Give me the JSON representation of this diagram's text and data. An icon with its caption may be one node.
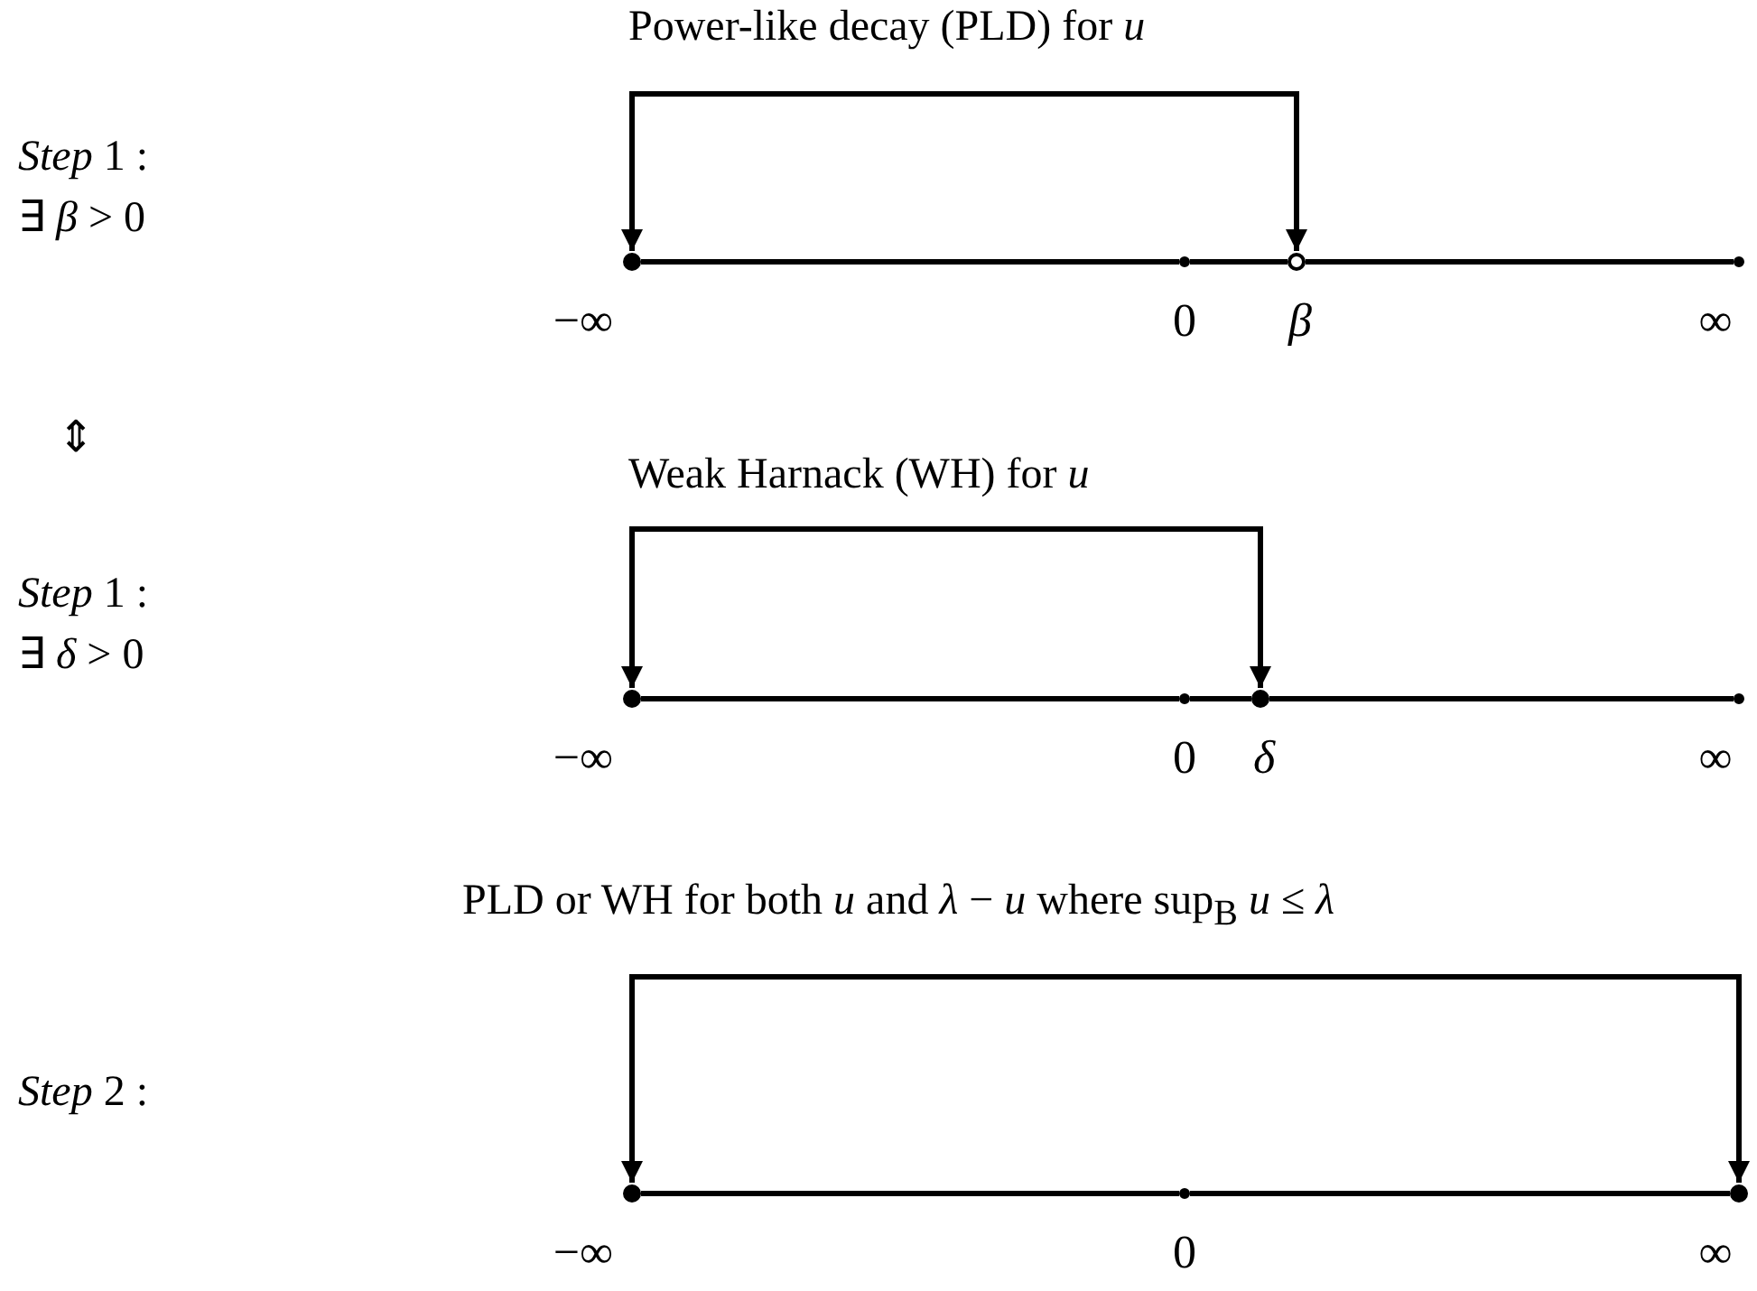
{
  "diagram": {
    "nodes": [
      {
        "text": [],
        "shape": "circle",
        "beside": [
          "−∞"
        ]
      },
      {
        "text": [],
        "shape": "circle",
        "beside": [
          "0"
        ]
      },
      {
        "text": [],
        "shape": "circle",
        "beside": [
          "β"
        ]
      },
      {
        "text": [],
        "shape": "circle",
        "beside": [
          "∞"
        ]
      },
      {
        "text": [],
        "shape": "circle",
        "beside": [
          "−∞"
        ]
      },
      {
        "text": [],
        "shape": "circle",
        "beside": [
          "0"
        ]
      },
      {
        "text": [],
        "shape": "circle",
        "beside": [
          "δ"
        ]
      },
      {
        "text": [],
        "shape": "circle",
        "beside": [
          "∞"
        ]
      },
      {
        "text": [],
        "shape": "circle",
        "beside": [
          "−∞"
        ]
      },
      {
        "text": [],
        "shape": "circle",
        "beside": [
          "0"
        ]
      },
      {
        "text": [],
        "shape": "circle",
        "beside": [
          "∞"
        ]
      }
    ],
    "edges": [
      {
        "from": 0,
        "to": 2,
        "arrow": "both",
        "label": "Power-like decay (PLD) for *u*"
      },
      {
        "from": 4,
        "to": 6,
        "arrow": "both",
        "label": "Weak Harnack (WH) for *u*"
      },
      {
        "from": 8,
        "to": 10,
        "arrow": "both",
        "label": "PLD or WH for both *u* and *λ* − *u* where sup$_{B}$ *u* ≤ *λ*"
      },
      {
        "from": 0,
        "to": 1,
        "arrow": "none"
      },
      {
        "from": 1,
        "to": 2,
        "arrow": "none"
      },
      {
        "from": 2,
        "to": 3,
        "arrow": "none"
      },
      {
        "from": 4,
        "to": 5,
        "arrow": "none"
      },
      {
        "from": 5,
        "to": 6,
        "arrow": "none"
      },
      {
        "from": 6,
        "to": 7,
        "arrow": "none"
      },
      {
        "from": 8,
        "to": 9,
        "arrow": "none"
      },
      {
        "from": 9,
        "to": 10,
        "arrow": "none"
      }
    ],
    "labels": [
      "*Step* 1 :",
      "∃ *β* > 0",
      "⇕",
      "*Step* 1 :",
      "∃ *δ* > 0",
      "*Step* 2 :"
    ]
  }
}
